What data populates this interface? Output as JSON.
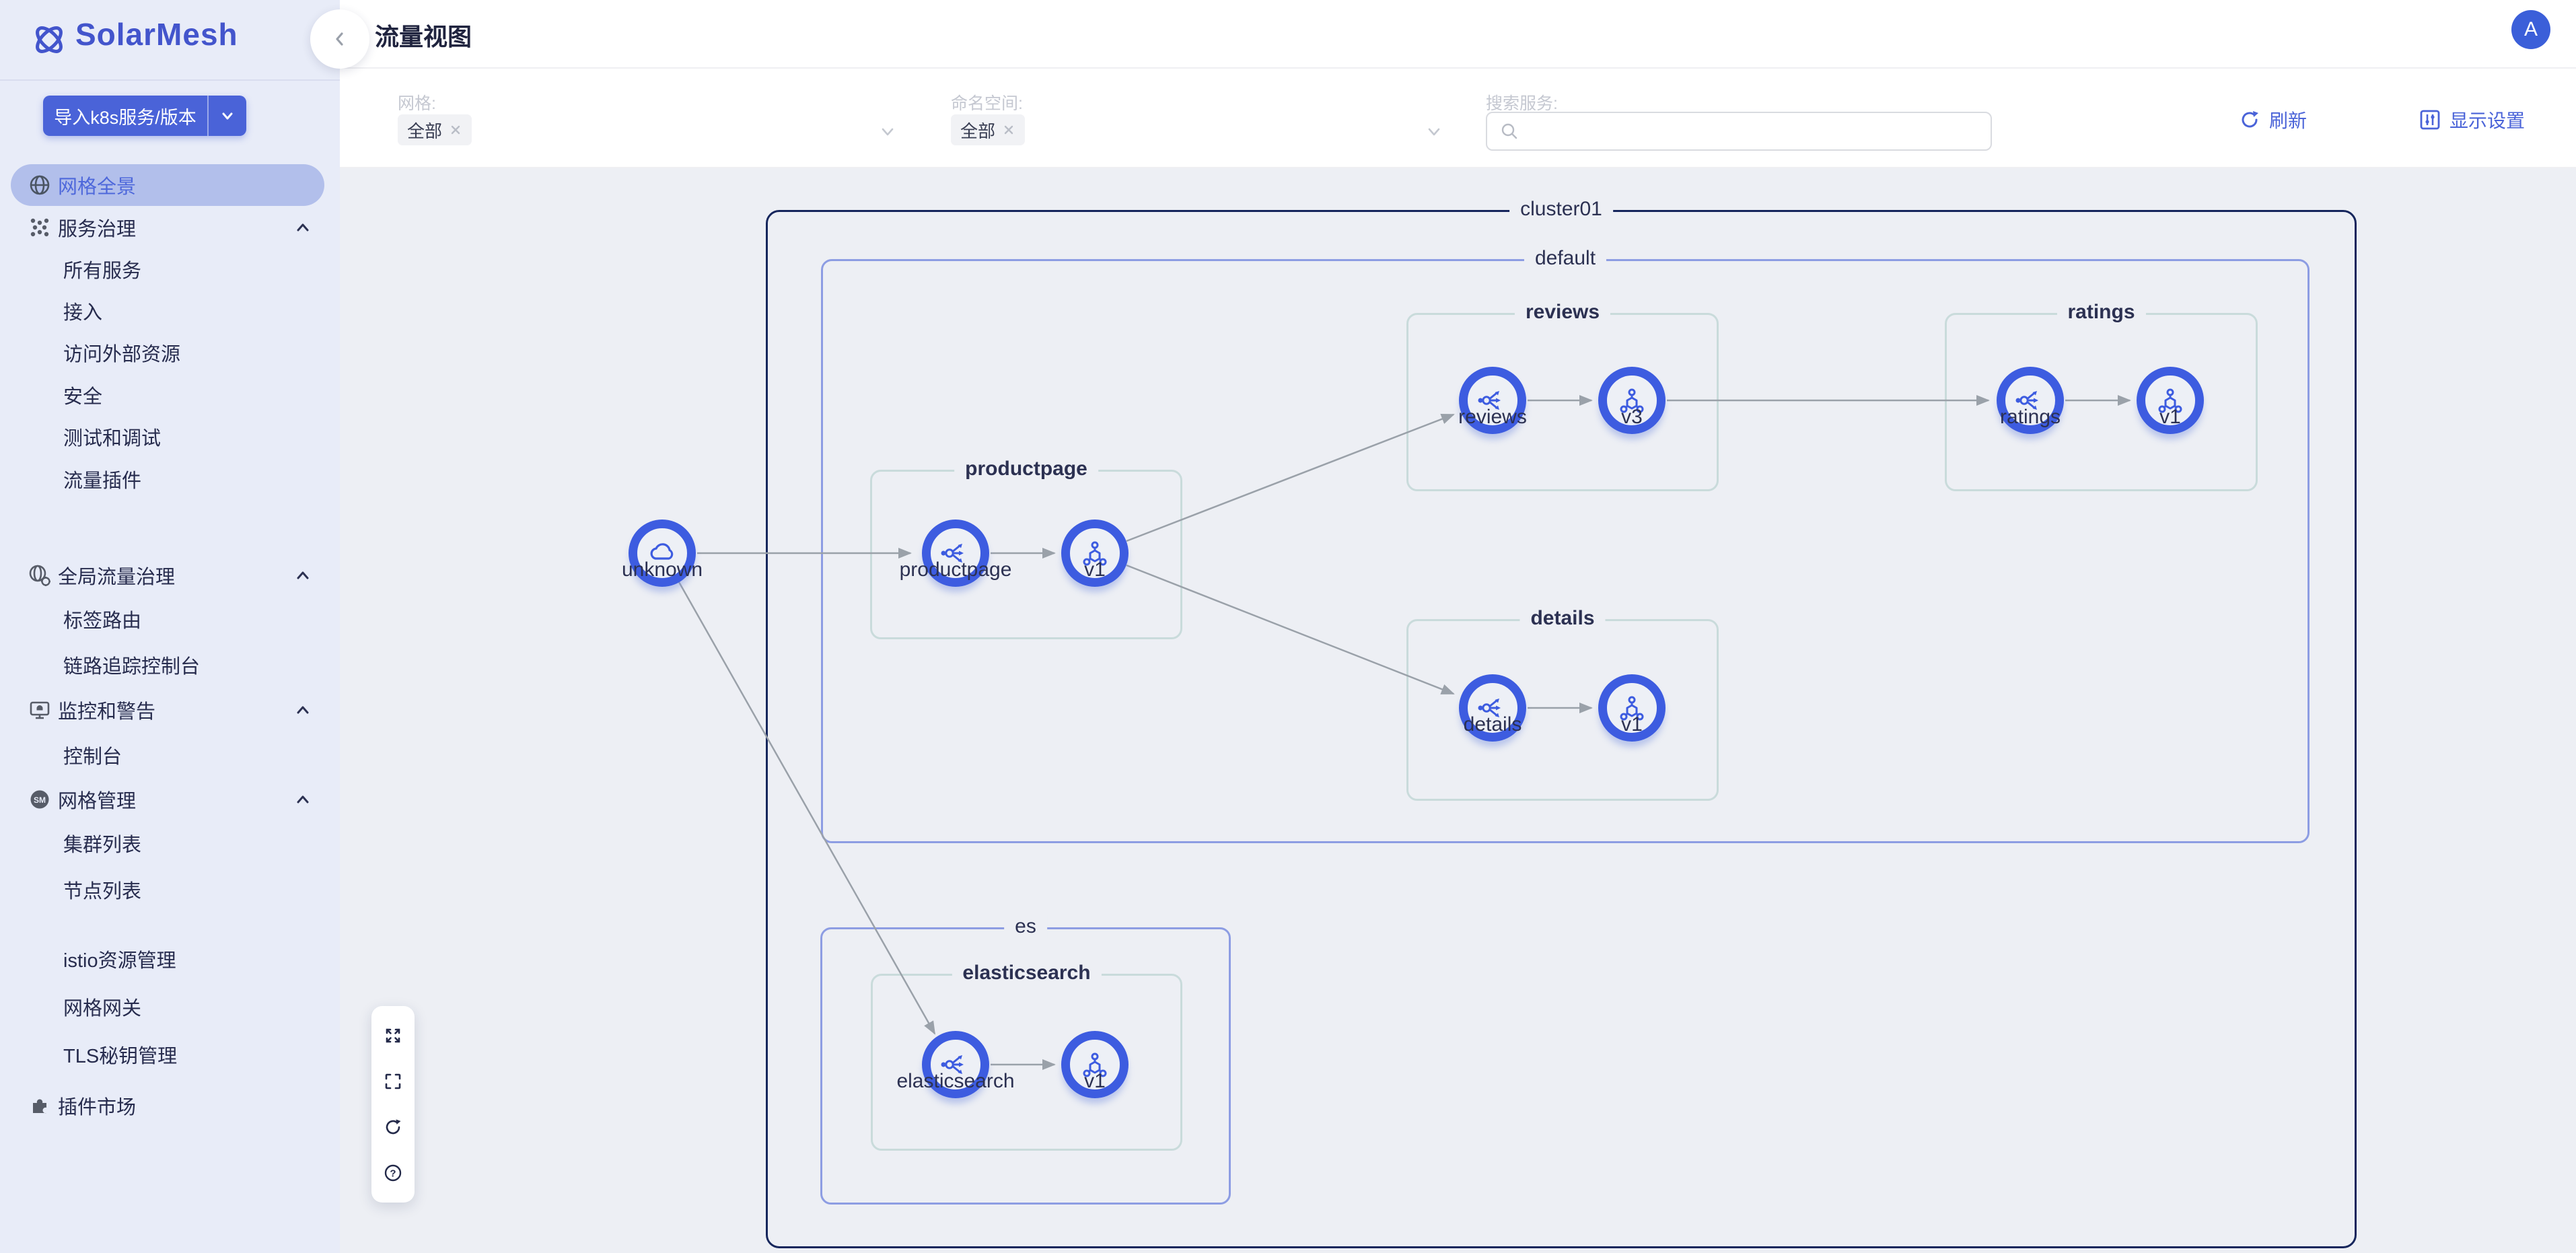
{
  "brand": {
    "name": "SolarMesh"
  },
  "sidebar": {
    "import_button": {
      "label": "导入k8s服务/版本"
    },
    "menu": [
      {
        "label": "网格全景"
      },
      {
        "label": "服务治理"
      },
      {
        "label": "所有服务"
      },
      {
        "label": "接入"
      },
      {
        "label": "访问外部资源"
      },
      {
        "label": "安全"
      },
      {
        "label": "测试和调试"
      },
      {
        "label": "流量插件"
      },
      {
        "label": "全局流量治理"
      },
      {
        "label": "标签路由"
      },
      {
        "label": "链路追踪控制台"
      },
      {
        "label": "监控和警告"
      },
      {
        "label": "控制台"
      },
      {
        "label": "网格管理"
      },
      {
        "label": "集群列表"
      },
      {
        "label": "节点列表"
      },
      {
        "label": "istio资源管理"
      },
      {
        "label": "网格网关"
      },
      {
        "label": "TLS秘钥管理"
      },
      {
        "label": "插件市场"
      }
    ]
  },
  "header": {
    "title": "流量视图",
    "avatar_initial": "A"
  },
  "filter_bar": {
    "mesh": {
      "label": "网格:",
      "selected": "全部"
    },
    "namespace": {
      "label": "命名空间:",
      "selected": "全部"
    },
    "search": {
      "label": "搜索服务:",
      "value": "",
      "placeholder": ""
    },
    "actions": {
      "refresh": "刷新",
      "display_settings": "显示设置"
    }
  },
  "graph": {
    "cluster": {
      "label": "cluster01"
    },
    "namespaces": {
      "default": {
        "label": "default"
      },
      "es": {
        "label": "es"
      }
    },
    "apps": {
      "reviews": {
        "label": "reviews",
        "service": "reviews",
        "version": "v3"
      },
      "ratings": {
        "label": "ratings",
        "service": "ratings",
        "version": "v1"
      },
      "productpage": {
        "label": "productpage",
        "service": "productpage",
        "version": "v1"
      },
      "details": {
        "label": "details",
        "service": "details",
        "version": "v1"
      },
      "elasticsearch": {
        "label": "elasticsearch",
        "service": "elasticsearch",
        "version": "v1"
      }
    },
    "external": {
      "unknown_label": "unknown"
    },
    "edges": [
      "unknown->productpage",
      "productpage->productpage.v1",
      "productpage.v1->reviews",
      "reviews->reviews.v3",
      "reviews.v3->ratings",
      "ratings->ratings.v1",
      "productpage.v1->details",
      "details->details.v1",
      "unknown->elasticsearch",
      "elasticsearch->elasticsearch.v1"
    ]
  },
  "icons": {
    "help_glyph": "?",
    "mesh_badge": "SM"
  },
  "colors": {
    "accent": "#4a63d8",
    "brand_text": "#4355cc",
    "node_ring": "#3d5ce0",
    "cluster_border": "#16265c",
    "namespace_border": "#8d9de3",
    "app_border": "#c9dbdb",
    "edge": "#9aa1a9",
    "sidebar_bg": "#e8ecf8",
    "active_pill_bg": "#b2bfeb",
    "graph_bg": "#edeff4",
    "avatar_bg": "#3b5fd9"
  }
}
